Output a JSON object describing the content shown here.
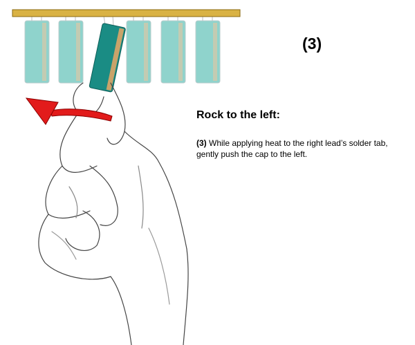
{
  "step_number": "(3)",
  "heading": "Rock to the left:",
  "instruction": {
    "step_ref": "(3)",
    "text": " While applying heat to the right lead’s solder tab, gently push the cap to the left."
  },
  "colors": {
    "board": "#d9b244",
    "capacitor": "#5cbcb4",
    "capacitor_active": "#1a8c84",
    "arrow": "#e21b1b",
    "sketch": "#444444"
  }
}
